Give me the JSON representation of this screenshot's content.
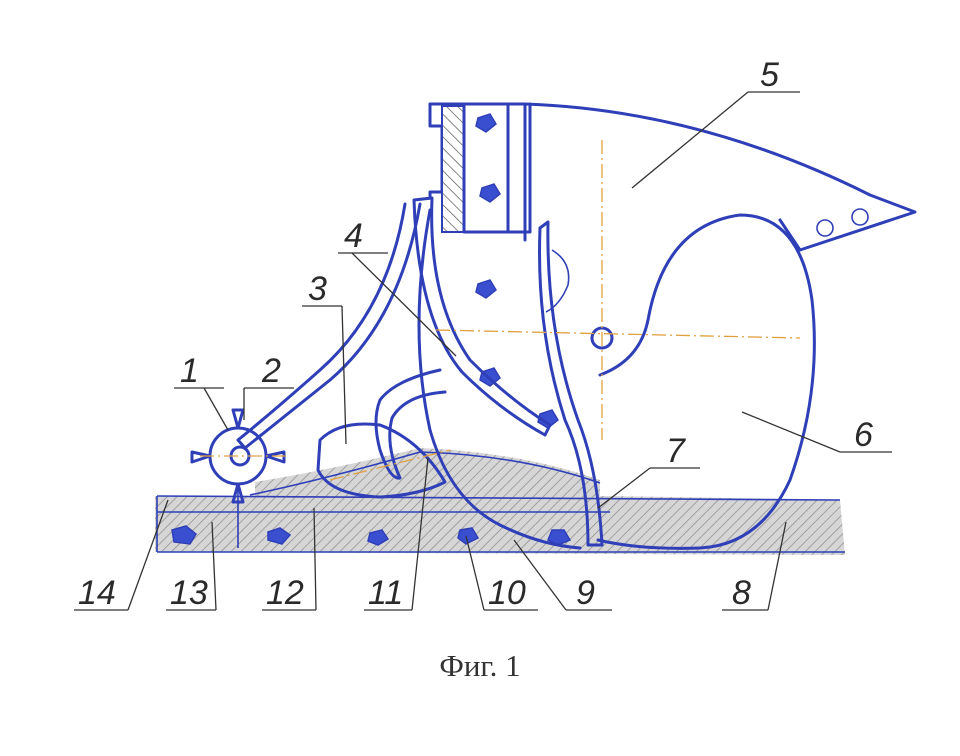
{
  "figure": {
    "caption": "Фиг. 1",
    "colors": {
      "outline": "#2f3fb8",
      "axis": "#e0a040",
      "hatch": "#8a8a8a",
      "text": "#2a2a2a"
    },
    "labels": [
      "1",
      "2",
      "3",
      "4",
      "5",
      "6",
      "7",
      "8",
      "9",
      "10",
      "11",
      "12",
      "13",
      "14"
    ]
  }
}
